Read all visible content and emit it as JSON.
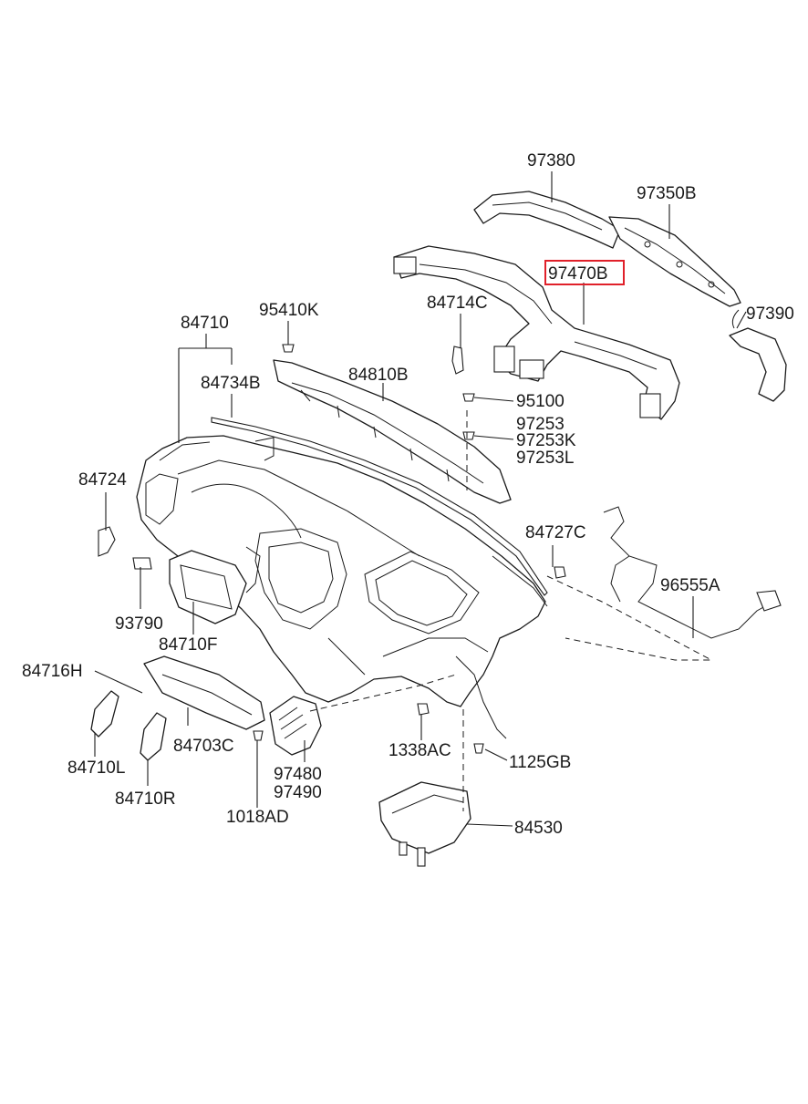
{
  "highlight_color": "#e0202a",
  "highlighted_part": "97470B",
  "labels": {
    "p97380": "97380",
    "p97350B": "97350B",
    "p97470B": "97470B",
    "p84714C": "84714C",
    "p97390": "97390",
    "p84710": "84710",
    "p95410K": "95410K",
    "p84734B": "84734B",
    "p84810B": "84810B",
    "p95100": "95100",
    "p97253": "97253",
    "p97253K": "97253K",
    "p97253L": "97253L",
    "p84724": "84724",
    "p84727C": "84727C",
    "p96555A": "96555A",
    "p93790": "93790",
    "p84710F": "84710F",
    "p84716H": "84716H",
    "p84703C": "84703C",
    "p84710L": "84710L",
    "p84710R": "84710R",
    "p97480": "97480",
    "p97490": "97490",
    "p1018AD": "1018AD",
    "p1338AC": "1338AC",
    "p1125GB": "1125GB",
    "p84530": "84530"
  }
}
